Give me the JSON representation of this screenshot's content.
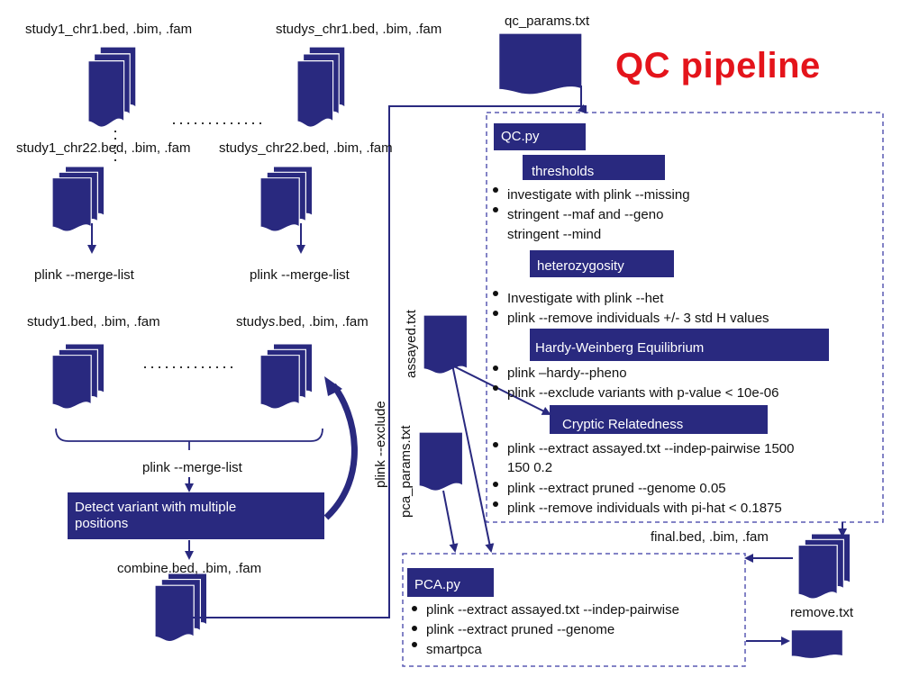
{
  "title": "QC pipeline",
  "files": {
    "study1_chr1": "study1_chr1.bed, .bim, .fam",
    "studys_chr1_pre": "study",
    "studys_chr1_ital": "s",
    "studys_chr1_post": "_chr1.bed, .bim, .fam",
    "study1_chr22": "study1_chr22.bed, .bim, .fam",
    "studys_chr22_pre": "study",
    "studys_chr22_ital": "s",
    "studys_chr22_post": "_chr22.bed, .bim, .fam",
    "study1_merged": "study1.bed, .bim, .fam",
    "studys_merged_pre": "study",
    "studys_merged_ital": "s",
    "studys_merged_post": ".bed, .bim, .fam",
    "combine": "combine.bed, .bim, .fam",
    "qc_params": "qc_params.txt",
    "assayed": "assayed.txt",
    "pca_params": "pca_params.txt",
    "final": "final.bed, .bim, .fam",
    "remove": "remove.txt"
  },
  "commands": {
    "merge_list_1": "plink --merge-list",
    "merge_list_s": "plink --merge-list",
    "merge_list_all": "plink --merge-list",
    "exclude": "plink --exclude"
  },
  "detect_box": {
    "line1": "Detect variant with multiple",
    "line2": "positions"
  },
  "qc": {
    "script": "QC.py",
    "sections": [
      {
        "header": "thresholds",
        "items": [
          "investigate with plink --missing",
          "stringent --maf and --geno",
          "stringent --mind"
        ]
      },
      {
        "header": "heterozygosity",
        "items": [
          "Investigate with plink --het",
          "plink --remove individuals  +/- 3 std H values"
        ]
      },
      {
        "header": "Hardy-Weinberg Equilibrium",
        "items": [
          "plink –hardy--pheno",
          "plink --exclude variants with p-value < 10e-06"
        ]
      },
      {
        "header": "Cryptic Relatedness",
        "items": [
          "plink --extract assayed.txt --indep-pairwise 1500",
          "150 0.2",
          "plink --extract pruned --genome 0.05",
          "plink --remove individuals with pi-hat < 0.1875"
        ]
      }
    ]
  },
  "pca": {
    "script": "PCA.py",
    "items": [
      "plink --extract assayed.txt --indep-pairwise",
      "plink --extract pruned --genome",
      "smartpca"
    ]
  },
  "colors": {
    "navy": "#29297f",
    "dashed_border": "#5a5ab4",
    "title_red": "#e4141b"
  }
}
